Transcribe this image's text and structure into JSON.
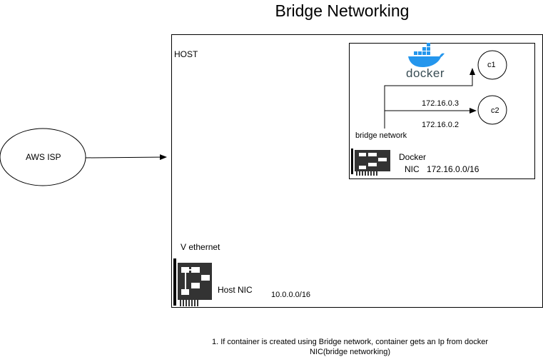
{
  "title": "Bridge Networking",
  "isp": {
    "label": "AWS ISP"
  },
  "host": {
    "label": "HOST",
    "v_ethernet": "V ethernet",
    "nic_label": "Host NIC",
    "nic_cidr": "10.0.0.0/16"
  },
  "docker": {
    "logo_text": "docker",
    "bridge_label": "bridge network",
    "nic_name": "Docker",
    "nic_label": "NIC",
    "nic_cidr": "172.16.0.0/16",
    "ip_c2": "172.16.0.3",
    "ip_c1": "172.16.0.2",
    "containers": [
      "c1",
      "c2"
    ]
  },
  "note": {
    "line1": "1. If container is created  using Bridge network, container gets an Ip from docker",
    "line2": "NIC(bridge networking)"
  },
  "colors": {
    "docker_blue": "#2496ed",
    "docker_text": "#394d54"
  }
}
